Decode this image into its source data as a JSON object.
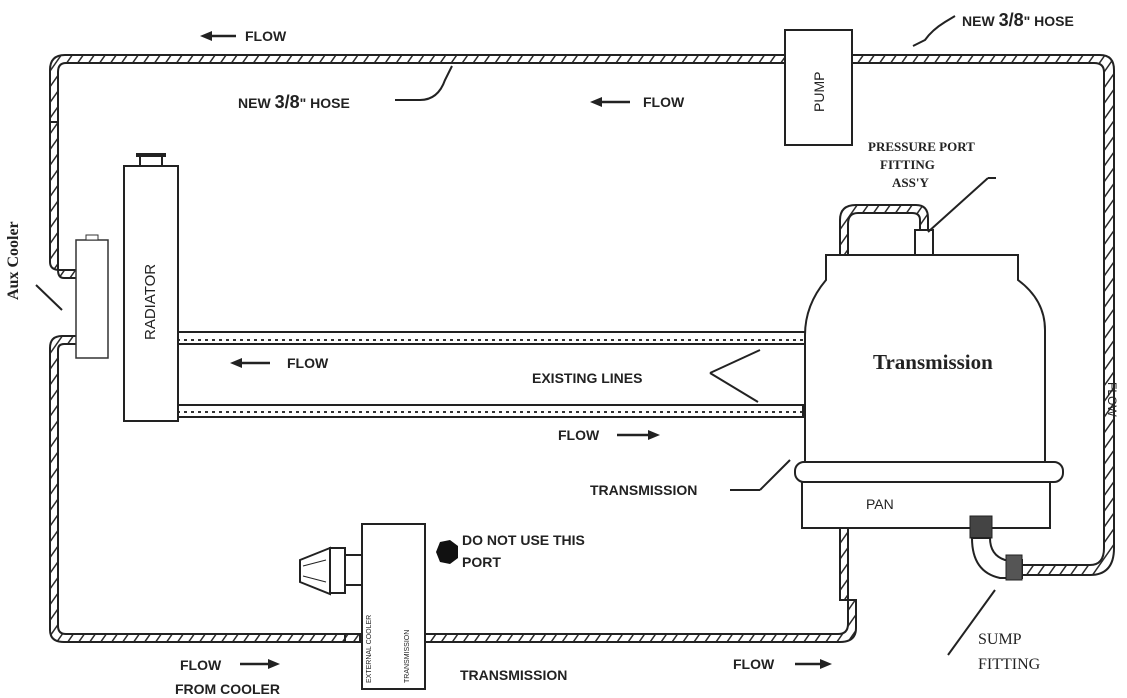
{
  "labels": {
    "flow_top_left": "FLOW",
    "flow_top_mid": "FLOW",
    "hose_top_left_pre": "NEW",
    "hose_top_left_frac": "3/8",
    "hose_top_left_post": "\" HOSE",
    "hose_top_right_pre": "NEW",
    "hose_top_right_frac": "3/8",
    "hose_top_right_post": "\" HOSE",
    "pump": "PUMP",
    "pressure_port_1": "PRESSURE PORT",
    "pressure_port_2": "FITTING",
    "pressure_port_3": "ASS'Y",
    "aux_cooler": "Aux Cooler",
    "radiator": "RADIATOR",
    "transmission_title": "Transmission",
    "flow_existing_left": "FLOW",
    "existing_lines": "EXISTING LINES",
    "flow_existing_mid": "FLOW",
    "transmission_line": "TRANSMISSION",
    "pan": "PAN",
    "do_not_use_1": "DO NOT USE THIS",
    "do_not_use_2": "PORT",
    "cooler_side_1": "EXTERNAL COOLER",
    "cooler_side_2": "TRANSMISSION",
    "flow_bottom_left": "FLOW",
    "from_cooler": "FROM COOLER",
    "transmission_bottom": "TRANSMISSION",
    "flow_bottom_right": "FLOW",
    "sump_1": "SUMP",
    "sump_2": "FITTING",
    "flow_right_edge": "FLOW"
  }
}
